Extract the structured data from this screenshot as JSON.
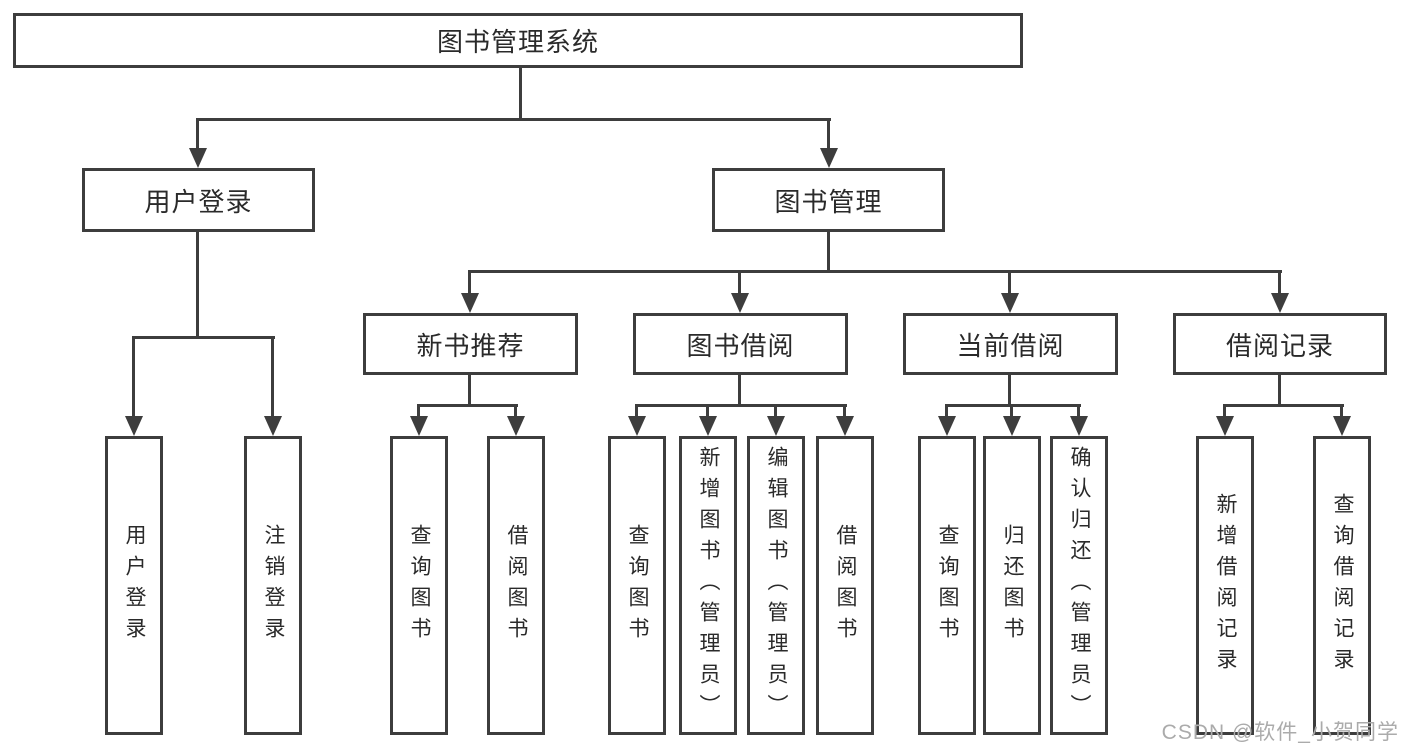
{
  "title": "图书管理系统",
  "colors": {
    "line": "#3d3d3d",
    "text": "#2a2a2a",
    "watermark": "#ababab",
    "background": "#ffffff"
  },
  "tree": {
    "root": {
      "label": "图书管理系统",
      "children": [
        {
          "label": "用户登录",
          "children": [
            {
              "label": "用户登录"
            },
            {
              "label": "注销登录"
            }
          ]
        },
        {
          "label": "图书管理",
          "children": [
            {
              "label": "新书推荐",
              "children": [
                {
                  "label": "查询图书"
                },
                {
                  "label": "借阅图书"
                }
              ]
            },
            {
              "label": "图书借阅",
              "children": [
                {
                  "label": "查询图书"
                },
                {
                  "label": "新增图书（管理员）"
                },
                {
                  "label": "编辑图书（管理员）"
                },
                {
                  "label": "借阅图书"
                }
              ]
            },
            {
              "label": "当前借阅",
              "children": [
                {
                  "label": "查询图书"
                },
                {
                  "label": "归还图书"
                },
                {
                  "label": "确认归还（管理员）"
                }
              ]
            },
            {
              "label": "借阅记录",
              "children": [
                {
                  "label": "新增借阅记录"
                },
                {
                  "label": "查询借阅记录"
                }
              ]
            }
          ]
        }
      ]
    }
  },
  "watermark": {
    "text": "CSDN @软件_小贺同学"
  }
}
